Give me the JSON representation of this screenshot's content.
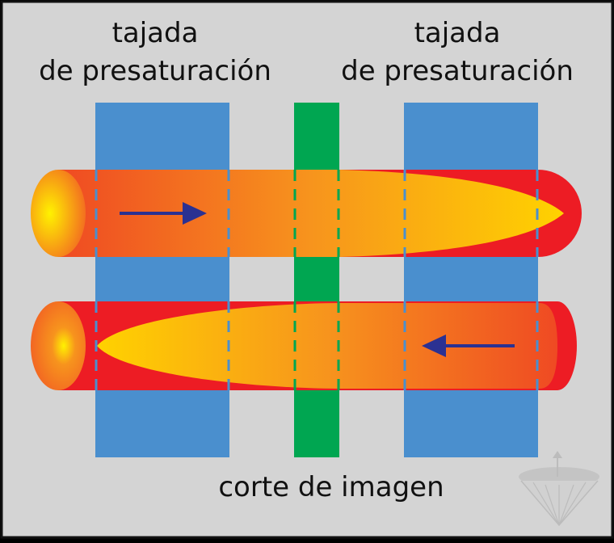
{
  "labels": {
    "left_slice_line1": "tajada",
    "left_slice_line2": "de presaturación",
    "right_slice_line1": "tajada",
    "right_slice_line2": "de presaturación",
    "imaging_slice": "corte de imagen"
  },
  "colors": {
    "background": "#d4d4d4",
    "presaturation_slab": "#4a8fce",
    "imaging_slab": "#00a651",
    "vessel_red": "#ed1c24",
    "flow_orange": "#f15a24",
    "flow_yellow": "#ffd700",
    "arrow": "#2b3192"
  },
  "logo": {
    "name": "watermark-logo"
  }
}
